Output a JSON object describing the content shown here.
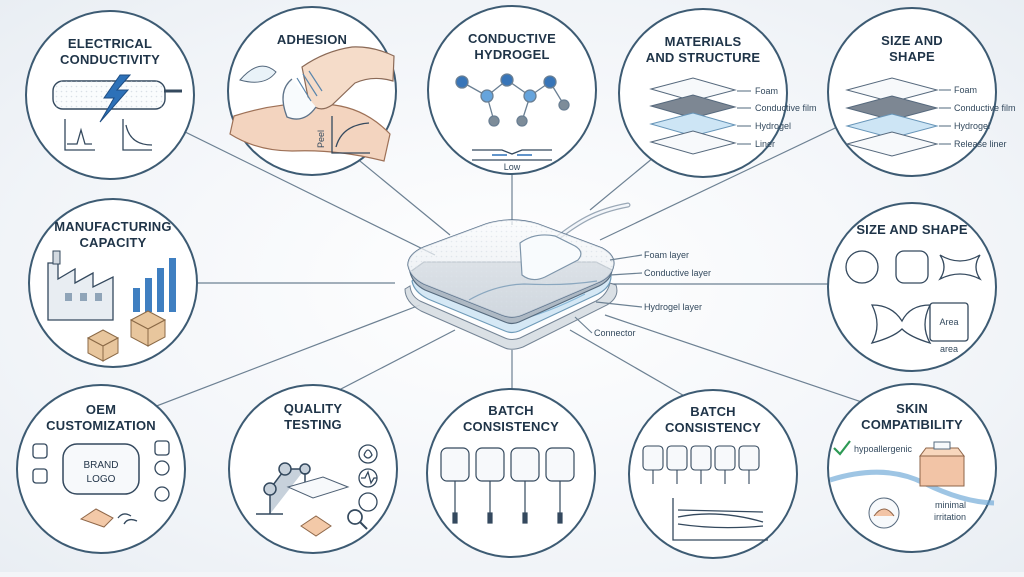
{
  "center": {
    "labels": [
      "Foam layer",
      "Conductive layer",
      "Hydrogel layer",
      "Connector"
    ]
  },
  "nodes": [
    {
      "title": [
        "ELECTRICAL",
        "CONDUCTIVITY"
      ]
    },
    {
      "title": [
        "ADHESION"
      ],
      "extra": "Peel"
    },
    {
      "title": [
        "CONDUCTIVE",
        "HYDROGEL"
      ],
      "extra": "Low"
    },
    {
      "title": [
        "MATERIALS",
        "AND STRUCTURE"
      ],
      "layers": [
        "Foam",
        "Conductive film",
        "Hydrogel",
        "Liner"
      ]
    },
    {
      "title": [
        "SIZE AND",
        "SHAPE"
      ],
      "layers": [
        "Foam",
        "Conductive film",
        "Hydrogel",
        "Release liner"
      ]
    },
    {
      "title": [
        "MANUFACTURING",
        "CAPACITY"
      ]
    },
    {
      "title": [
        "SIZE AND SHAPE"
      ],
      "extra": [
        "Area",
        "area"
      ]
    },
    {
      "title": [
        "OEM",
        "CUSTOMIZATION"
      ],
      "extra": [
        "BRAND",
        "LOGO"
      ]
    },
    {
      "title": [
        "QUALITY",
        "TESTING"
      ]
    },
    {
      "title": [
        "BATCH",
        "CONSISTENCY"
      ]
    },
    {
      "title": [
        "BATCH",
        "CONSISTENCY"
      ]
    },
    {
      "title": [
        "SKIN",
        "COMPATIBILITY"
      ],
      "extra": [
        "hypoallergenic",
        "minimal",
        "irritation"
      ]
    }
  ],
  "colors": {
    "stroke": "#3d5b73",
    "accent": "#2d71b8",
    "hydrogel": "#cfe5f4",
    "tan": "#e8c69d",
    "bg": "#f3f5f8"
  }
}
